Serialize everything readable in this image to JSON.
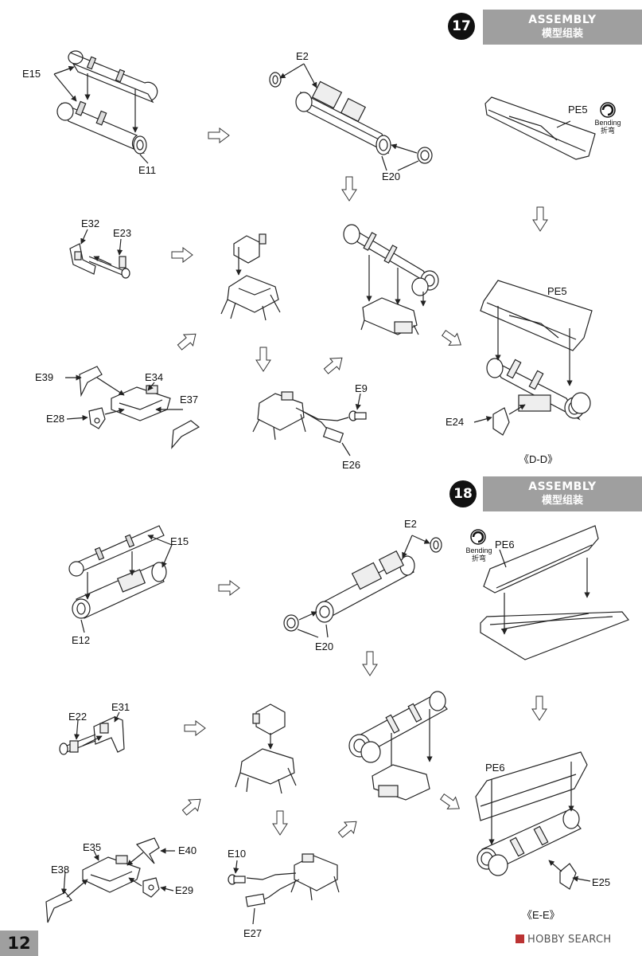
{
  "page_number": "12",
  "watermark": "HOBBY SEARCH",
  "steps": [
    {
      "number": "17",
      "title": "ASSEMBLY",
      "subtitle": "模型组装",
      "section_label": "《D-D》",
      "bending_label": "Bending",
      "bending_cn": "折弯",
      "parts": {
        "e15": "E15",
        "e11": "E11",
        "e2": "E2",
        "e20": "E20",
        "pe5_a": "PE5",
        "e32": "E32",
        "e23": "E23",
        "pe5_b": "PE5",
        "e39": "E39",
        "e34": "E34",
        "e37": "E37",
        "e28": "E28",
        "e9": "E9",
        "e26": "E26",
        "e24": "E24"
      }
    },
    {
      "number": "18",
      "title": "ASSEMBLY",
      "subtitle": "模型组装",
      "section_label": "《E-E》",
      "bending_label": "Bending",
      "bending_cn": "折弯",
      "parts": {
        "e15": "E15",
        "e12": "E12",
        "e2": "E2",
        "e20": "E20",
        "pe6_a": "PE6",
        "e22": "E22",
        "e31": "E31",
        "pe6_b": "PE6",
        "e35": "E35",
        "e40": "E40",
        "e38": "E38",
        "e29": "E29",
        "e10": "E10",
        "e27": "E27",
        "e25": "E25"
      }
    }
  ]
}
